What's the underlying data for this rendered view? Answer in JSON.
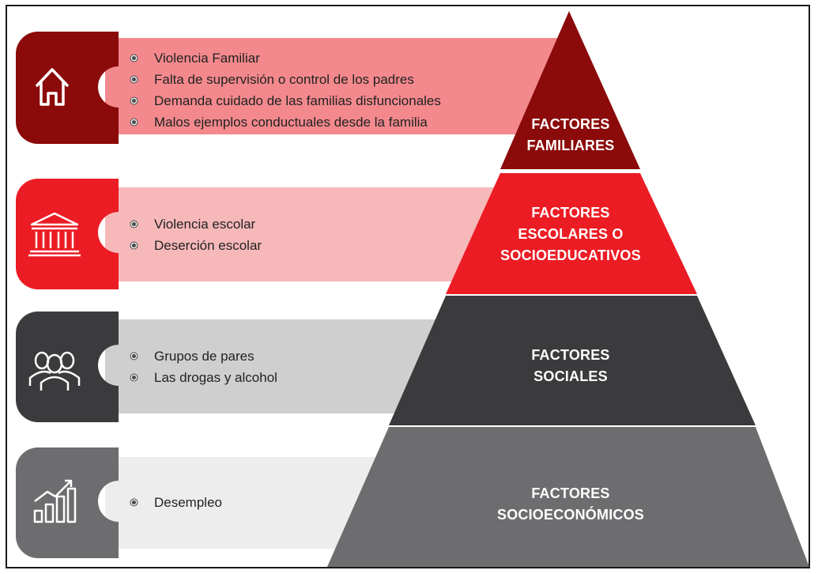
{
  "levels": [
    {
      "id": "familiares",
      "label_lines": [
        "FACTORES",
        "FAMILIARES"
      ],
      "icon": "house-icon",
      "colors": {
        "icon_box": "#8b0a0a",
        "banner": "#f3898d",
        "band": "#8b0a0a"
      },
      "items": [
        "Violencia Familiar",
        "Falta de supervisión o control de los padres",
        "Demanda cuidado de las familias disfuncionales",
        "Malos ejemplos conductuales desde la familia"
      ]
    },
    {
      "id": "escolares",
      "label_lines": [
        "FACTORES",
        "ESCOLARES O",
        "SOCIOEDUCATIVOS"
      ],
      "icon": "school-building-icon",
      "colors": {
        "icon_box": "#ec1c24",
        "banner": "#f6b8b9",
        "band": "#ec1c24"
      },
      "items": [
        "Violencia escolar",
        "Deserción escolar"
      ]
    },
    {
      "id": "sociales",
      "label_lines": [
        "FACTORES",
        "SOCIALES"
      ],
      "icon": "people-group-icon",
      "colors": {
        "icon_box": "#3b3b3d",
        "banner": "#cfcfcf",
        "band": "#3b3b3d"
      },
      "items": [
        "Grupos de pares",
        "Las drogas y alcohol"
      ]
    },
    {
      "id": "socioeconomicos",
      "label_lines": [
        "FACTORES",
        "SOCIOECONÓMICOS"
      ],
      "icon": "growth-chart-icon",
      "colors": {
        "icon_box": "#6d6d70",
        "banner": "#ededed",
        "band": "#6d6d70"
      },
      "items": [
        "Desempleo"
      ]
    }
  ]
}
